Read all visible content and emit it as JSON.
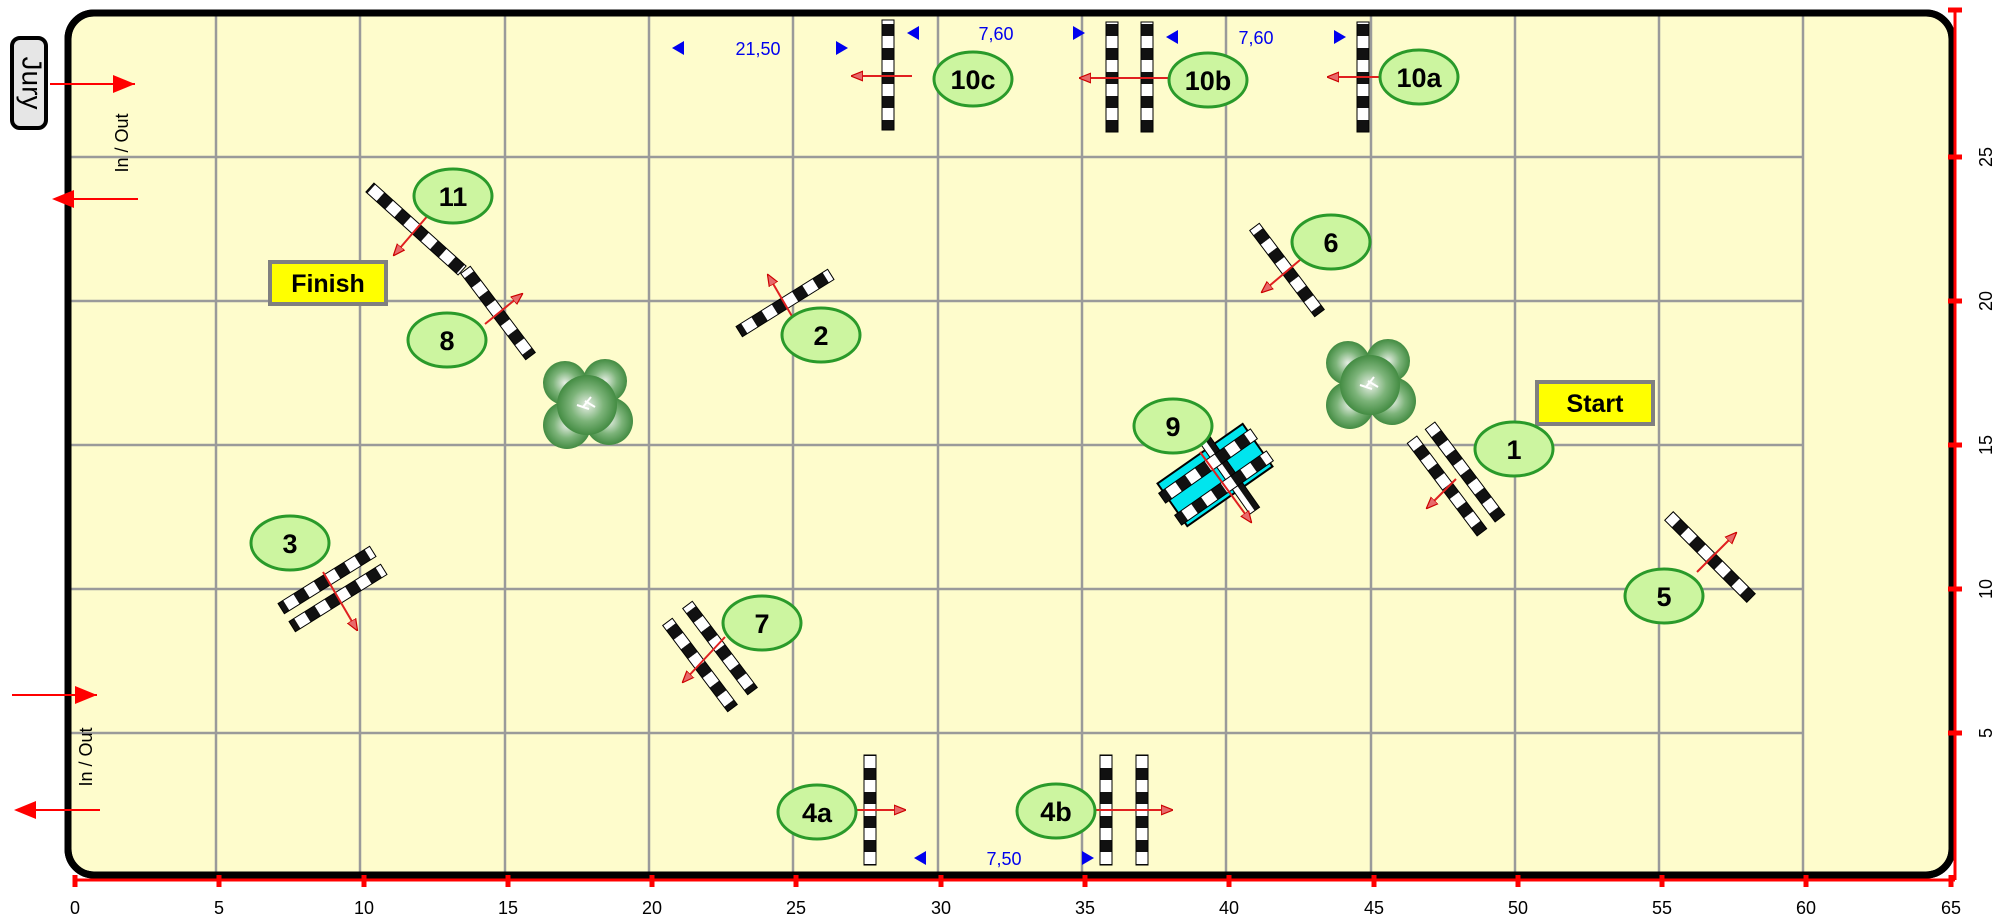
{
  "arena": {
    "background_color": "#fefccc",
    "grid_color": "#9a9a9a",
    "axis_color": "#ff0000",
    "x_ticks": [
      "0",
      "5",
      "10",
      "15",
      "20",
      "25",
      "30",
      "35",
      "40",
      "45",
      "50",
      "55",
      "60",
      "65"
    ],
    "y_ticks": [
      "5",
      "10",
      "15",
      "20",
      "25"
    ]
  },
  "jury_label": "Jury",
  "in_out_label": "In / Out",
  "start_label": "Start",
  "finish_label": "Finish",
  "obstacles": [
    {
      "id": "1",
      "label": "1"
    },
    {
      "id": "2",
      "label": "2"
    },
    {
      "id": "3",
      "label": "3"
    },
    {
      "id": "4a",
      "label": "4a"
    },
    {
      "id": "4b",
      "label": "4b"
    },
    {
      "id": "5",
      "label": "5"
    },
    {
      "id": "6",
      "label": "6"
    },
    {
      "id": "7",
      "label": "7"
    },
    {
      "id": "8",
      "label": "8"
    },
    {
      "id": "9",
      "label": "9"
    },
    {
      "id": "10a",
      "label": "10a"
    },
    {
      "id": "10b",
      "label": "10b"
    },
    {
      "id": "10c",
      "label": "10c"
    },
    {
      "id": "11",
      "label": "11"
    }
  ],
  "distances": {
    "top_left": "21,50",
    "top_mid": "7,60",
    "top_right": "7,60",
    "bottom": "7,50"
  },
  "colors": {
    "number_fill": "#ccf5a0",
    "number_stroke": "#2a9a2a",
    "sign_fill": "#ffff00",
    "sign_stroke": "#808080",
    "water": "#00e5ee",
    "arrow": "#e02020",
    "distance": "#0000ee"
  }
}
